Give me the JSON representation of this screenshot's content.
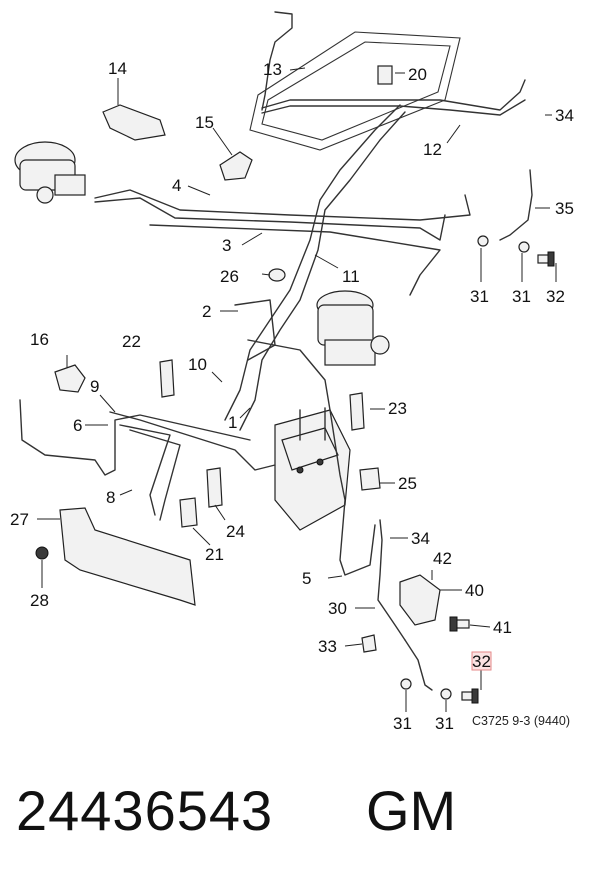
{
  "diagram": {
    "callouts": [
      "1",
      "2",
      "3",
      "4",
      "5",
      "6",
      "8",
      "9",
      "10",
      "11",
      "12",
      "13",
      "14",
      "15",
      "16",
      "20",
      "21",
      "22",
      "23",
      "24",
      "25",
      "26",
      "27",
      "28",
      "30",
      "31",
      "32",
      "33",
      "34",
      "35",
      "40",
      "41",
      "42"
    ],
    "highlighted_callout": "32",
    "reference_code": "C3725 9-3 (9440)"
  },
  "footer": {
    "part_number": "24436543",
    "brand": "GM"
  },
  "colors": {
    "highlight_box": "#e58a8a",
    "highlight_fill": "#fbe3e3",
    "line": "#333333"
  }
}
